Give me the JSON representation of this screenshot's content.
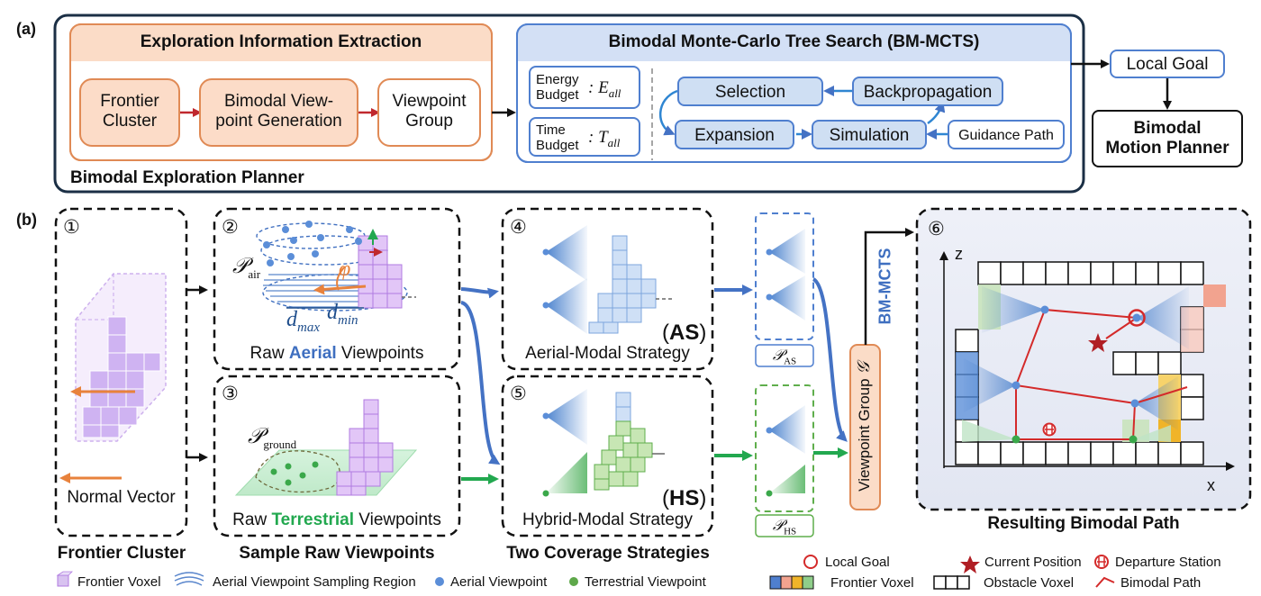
{
  "part_a": {
    "tag": "(a)",
    "outer_title": "Bimodal Exploration Planner",
    "eie": {
      "title": "Exploration Information Extraction",
      "node1": [
        "Frontier",
        "Cluster"
      ],
      "node2": [
        "Bimodal View-",
        "point Generation"
      ],
      "node3": [
        "Viewpoint",
        "Group"
      ]
    },
    "mcts": {
      "title": "Bimodal Monte-Carlo Tree Search (BM-MCTS)",
      "energy_budget": [
        "Energy",
        "Budget"
      ],
      "energy_symbol": ": E",
      "energy_sub": "all",
      "time_budget": [
        "Time",
        "Budget"
      ],
      "time_symbol": ": T",
      "time_sub": "all",
      "selection": "Selection",
      "backpropagation": "Backpropagation",
      "expansion": "Expansion",
      "simulation": "Simulation",
      "guidance": "Guidance Path"
    },
    "local_goal": "Local Goal",
    "motion_planner": [
      "Bimodal",
      "Motion Planner"
    ]
  },
  "part_b": {
    "tag": "(b)",
    "panel1": {
      "num": "①",
      "caption": "Normal Vector",
      "label": "Frontier Cluster"
    },
    "panel2": {
      "num": "②",
      "p_air": "air",
      "phi": "φ",
      "dmax": "max",
      "dmin": "min",
      "caption_pre": "Raw ",
      "caption_hl": "Aerial",
      "caption_post": " Viewpoints"
    },
    "panel3": {
      "num": "③",
      "p_ground": "ground",
      "caption_pre": "Raw ",
      "caption_hl": "Terrestrial",
      "caption_post": " Viewpoints"
    },
    "sample_label": "Sample Raw Viewpoints",
    "panel4": {
      "num": "④",
      "tag": "AS",
      "caption": "Aerial-Modal Strategy"
    },
    "panel5": {
      "num": "⑤",
      "tag": "HS",
      "caption": "Hybrid-Modal Strategy"
    },
    "coverage_label": "Two Coverage Strategies",
    "p_as": "AS",
    "p_hs": "HS",
    "viewpoint_group": "Viewpoint Group",
    "bm_mcts": "BM-MCTS",
    "panel6": {
      "num": "⑥",
      "axis_z": "z",
      "axis_x": "x",
      "label": "Resulting Bimodal Path"
    }
  },
  "legend": {
    "frontier_voxel": "Frontier Voxel",
    "aerial_region": "Aerial Viewpoint Sampling Region",
    "aerial_vp": "Aerial Viewpoint",
    "terrestrial_vp": "Terrestrial Viewpoint",
    "local_goal": "Local Goal",
    "current_position": "Current Position",
    "departure_station": "Departure Station",
    "frontier_voxel2": "Frontier Voxel",
    "obstacle_voxel": "Obstacle Voxel",
    "bimodal_path": "Bimodal Path"
  },
  "colors": {
    "orange": "#e08a55",
    "blue": "#4f7fcf",
    "green": "#22a84f",
    "red": "#d42a2a",
    "purple": "#d8c2f0"
  }
}
